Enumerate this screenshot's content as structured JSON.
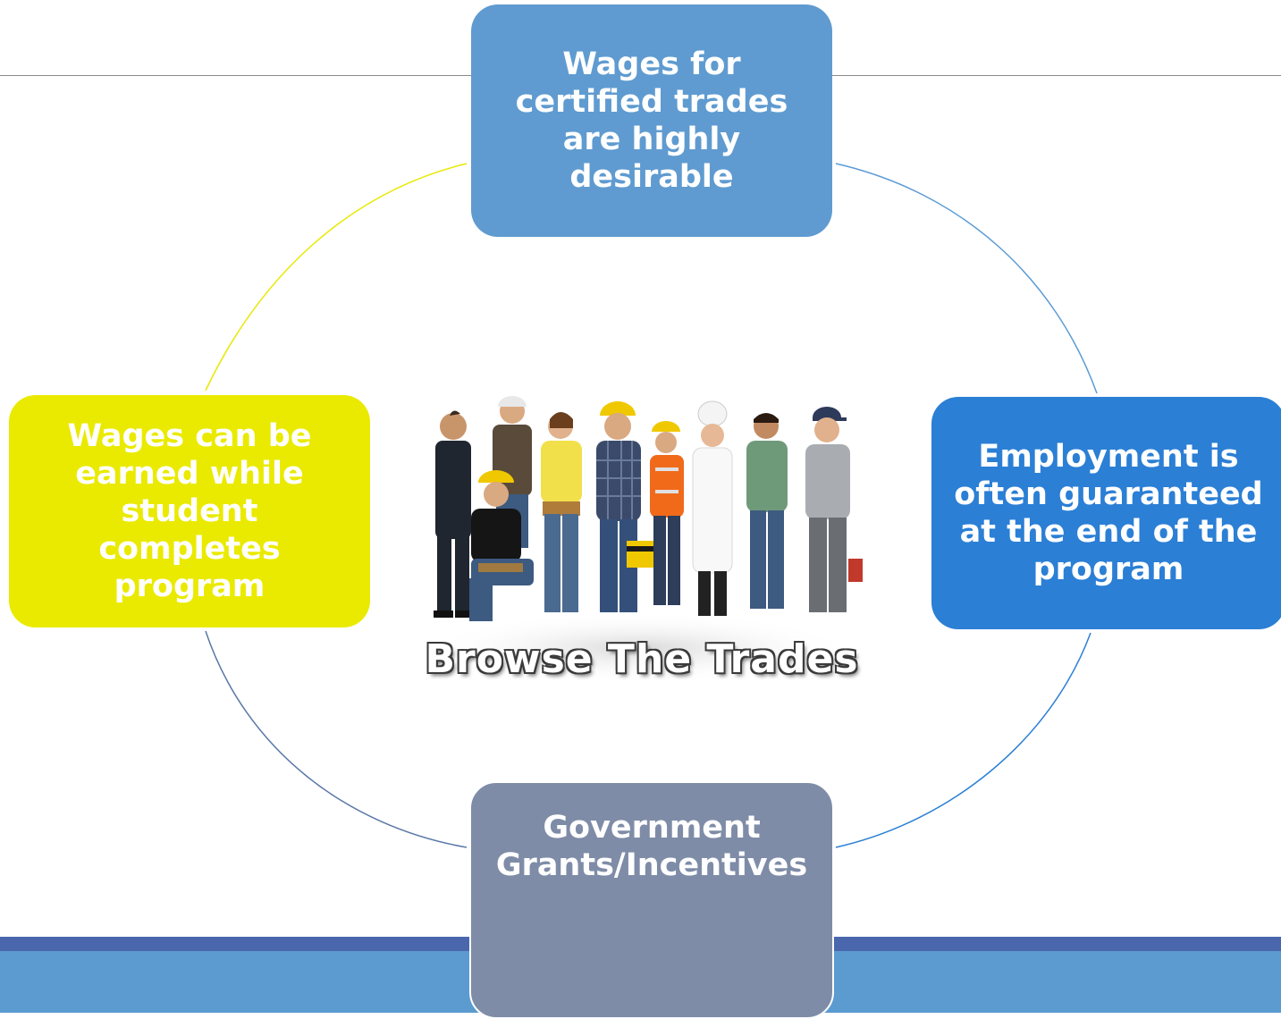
{
  "diagram": {
    "top_box": {
      "lines": [
        "Wages for",
        "certified trades",
        "are highly",
        "desirable"
      ],
      "color": "#5f9bd0"
    },
    "left_box": {
      "lines": [
        "Wages can be",
        "earned while",
        "student completes",
        "program"
      ],
      "color": "#eaea00"
    },
    "right_box": {
      "lines": [
        "Employment is",
        "often guaranteed",
        "at the end of the",
        "program"
      ],
      "color": "#2b7fd5"
    },
    "bottom_box": {
      "lines": [
        "Government",
        "Grants/Incentives"
      ],
      "color": "#7f8ca7"
    },
    "center_image": {
      "caption": "Browse The Trades",
      "icon": "group-of-trade-workers-illustration"
    },
    "arc_colors": {
      "top_left": "#e8e800",
      "top_right": "#5b9bd5",
      "bottom": "#5a78a8"
    }
  }
}
